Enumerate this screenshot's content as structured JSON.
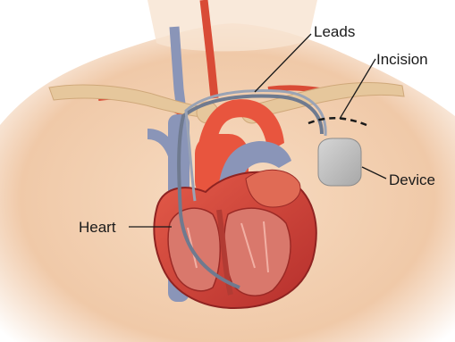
{
  "labels": {
    "leads": "Leads",
    "incision": "Incision",
    "device": "Device",
    "heart": "Heart"
  },
  "colors": {
    "skin": "#f3d3b6",
    "bone": "#e6c79c",
    "muscle": "#c9403a",
    "aorta": "#e8553e",
    "vein": "#8a95b8",
    "device": "#bdbdbd",
    "text": "#1a1a1a"
  }
}
